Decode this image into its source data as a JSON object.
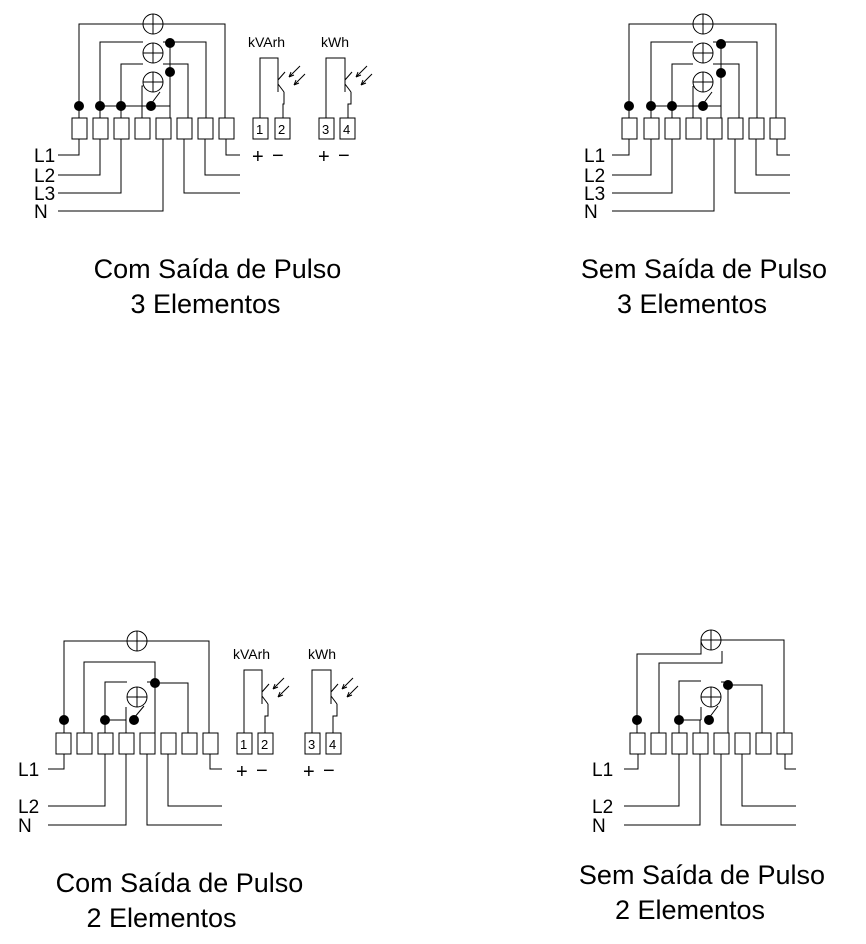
{
  "diagrams": [
    {
      "id": "com-3",
      "caption": [
        "Com Saída de Pulso",
        "3 Elementos"
      ],
      "lines": [
        "L1",
        "L2",
        "L3",
        "N"
      ],
      "pulse": {
        "meters": [
          "kVArh",
          "kWh"
        ],
        "terminals": [
          "1",
          "2",
          "3",
          "4"
        ],
        "polarity": [
          "+",
          "−",
          "+",
          "−"
        ]
      }
    },
    {
      "id": "sem-3",
      "caption": [
        "Sem Saída de Pulso",
        "3 Elementos"
      ],
      "lines": [
        "L1",
        "L2",
        "L3",
        "N"
      ]
    },
    {
      "id": "com-2",
      "caption": [
        "Com Saída de Pulso",
        "2 Elementos"
      ],
      "lines": [
        "L1",
        "L2",
        "N"
      ],
      "pulse": {
        "meters": [
          "kVArh",
          "kWh"
        ],
        "terminals": [
          "1",
          "2",
          "3",
          "4"
        ],
        "polarity": [
          "+",
          "−",
          "+",
          "−"
        ]
      }
    },
    {
      "id": "sem-2",
      "caption": [
        "Sem Saída de Pulso",
        "2 Elementos"
      ],
      "lines": [
        "L1",
        "L2",
        "N"
      ]
    }
  ]
}
